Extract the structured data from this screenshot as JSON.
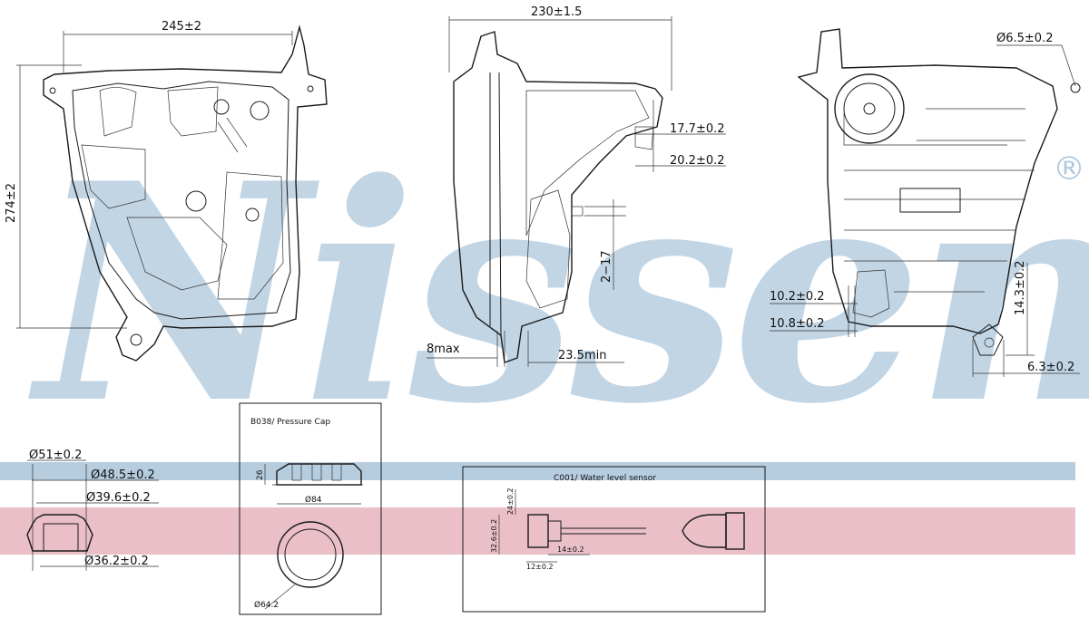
{
  "brand": {
    "watermark": "Nissens",
    "registered_mark": "®",
    "watermark_color": "#8fb3d1",
    "band_blue": "#a9c3d9",
    "band_pink": "#e3a9b5"
  },
  "front_view": {
    "width_dim": "245±2",
    "height_dim": "274±2"
  },
  "side_view": {
    "width_dim": "230±1.5",
    "dim_a": "17.7±0.2",
    "dim_b": "20.2±0.2",
    "dim_c": "2−17",
    "dim_d": "8max",
    "dim_e": "23.5min"
  },
  "rear_view": {
    "hole_dim": "Ø6.5±0.2",
    "dim_a": "10.2±0.2",
    "dim_b": "10.8±0.2",
    "dim_c": "14.3±0.2",
    "dim_d": "6.3±0.2"
  },
  "neck_detail": {
    "d1": "Ø51±0.2",
    "d2": "Ø48.5±0.2",
    "d3": "Ø39.6±0.2",
    "d4": "Ø36.2±0.2"
  },
  "pressure_cap": {
    "title": "B038/ Pressure Cap",
    "height": "26",
    "dia_top": "Ø84",
    "dia_bottom": "Ø64.2"
  },
  "level_sensor": {
    "title": "C001/ Water level sensor",
    "d_a": "24±0.2",
    "d_b": "32.6±0.2",
    "d_c": "14±0.2",
    "d_d": "12±0.2"
  }
}
